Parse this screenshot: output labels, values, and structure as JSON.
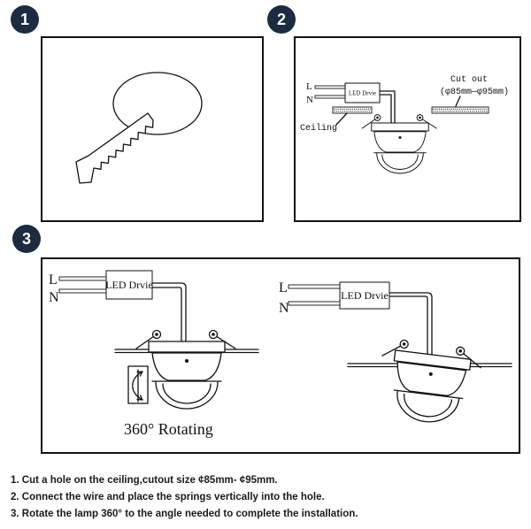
{
  "badges": {
    "step1": "1",
    "step2": "2",
    "step3": "3"
  },
  "panel2": {
    "label_l": "L",
    "label_n": "N",
    "driver": "LED Drvie",
    "cutout_title": "Cut out",
    "cutout_size": "(φ85mm—φ95mm)",
    "ceiling": "Ceiling"
  },
  "panel3": {
    "left": {
      "label_l": "L",
      "label_n": "N",
      "driver": "LED Drvie",
      "rotating": "360° Rotating"
    },
    "right": {
      "label_l": "L",
      "label_n": "N",
      "driver": "LED Drvie"
    }
  },
  "instructions": [
    "1. Cut a hole on the ceiling,cutout size  ¢85mm- ¢95mm.",
    "2. Connect the wire and place the springs vertically into the hole.",
    "3. Rotate the lamp 360° to the angle needed to complete the installation."
  ],
  "colors": {
    "badge": "#1c2b40",
    "ink": "#111111",
    "background": "#ffffff"
  }
}
